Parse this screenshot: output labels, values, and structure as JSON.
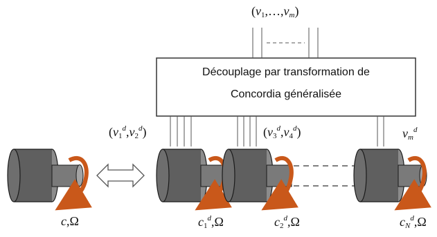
{
  "converter": {
    "line1": "Découplage par transformation de",
    "line2": "Concordia généralisée"
  },
  "labels": {
    "inputs_top": "(v1,…,vm)",
    "pair12": "(v1d,v2d)",
    "pair34": "(v3d,v4d)",
    "vm_d": "vmd",
    "left_machine": "c,Ω",
    "machine1": "c1d,Ω",
    "machine2": "c2d,Ω",
    "machineN": "cNd,Ω"
  },
  "colors": {
    "motor_body": "#5f5f5f",
    "motor_edge": "#1a1a1a",
    "arrow_orange": "#c9581a",
    "box_border": "#333333"
  }
}
